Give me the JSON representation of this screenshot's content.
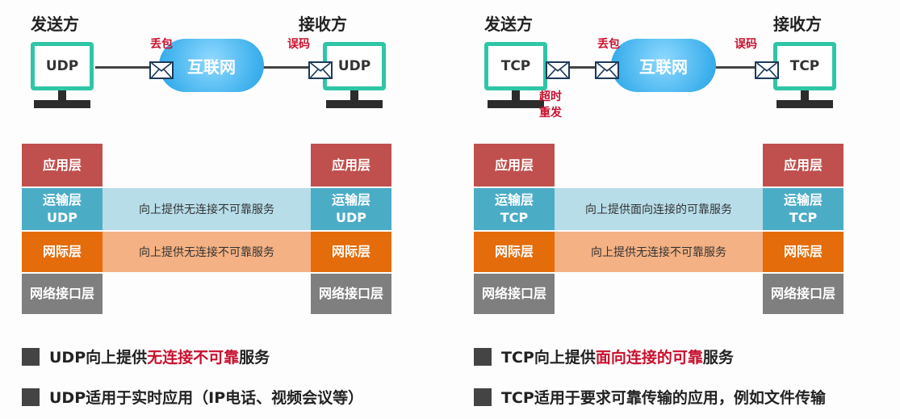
{
  "left": {
    "sender": "发送方",
    "receiver": "接收方",
    "sender_proto": "UDP",
    "receiver_proto": "UDP",
    "cloud": "互联网",
    "loss": "丢包",
    "error": "误码",
    "layers": {
      "app": "应用层",
      "trans_name": "运输层",
      "trans_proto": "UDP",
      "net": "网际层",
      "link": "网络接口层"
    },
    "band_transport": "向上提供无连接不可靠服务",
    "band_network": "向上提供无连接不可靠服务",
    "bullet1": {
      "pre": "UDP向上提供",
      "hl": "无连接不可靠",
      "post": "服务"
    },
    "bullet2": "UDP适用于实时应用（IP电话、视频会议等）"
  },
  "right": {
    "sender": "发送方",
    "receiver": "接收方",
    "sender_proto": "TCP",
    "receiver_proto": "TCP",
    "cloud": "互联网",
    "loss": "丢包",
    "error": "误码",
    "retransmit_line1": "超时",
    "retransmit_line2": "重发",
    "layers": {
      "app": "应用层",
      "trans_name": "运输层",
      "trans_proto": "TCP",
      "net": "网际层",
      "link": "网络接口层"
    },
    "band_transport": "向上提供面向连接的可靠服务",
    "band_network": "向上提供无连接不可靠服务",
    "bullet1": {
      "pre": "TCP向上提供",
      "hl": "面向连接的可靠",
      "post": "服务"
    },
    "bullet2": "TCP适用于要求可靠传输的应用，例如文件传输"
  },
  "colors": {
    "app": "#c0504d",
    "transport": "#4bacc6",
    "network": "#e46c0a",
    "link": "#7f7f7f",
    "monitor": "#2ec6a6",
    "cloud": "#23a3e6",
    "highlight": "#c8102e"
  },
  "icons": [
    "computer-icon",
    "cloud-icon",
    "envelope-icon"
  ]
}
